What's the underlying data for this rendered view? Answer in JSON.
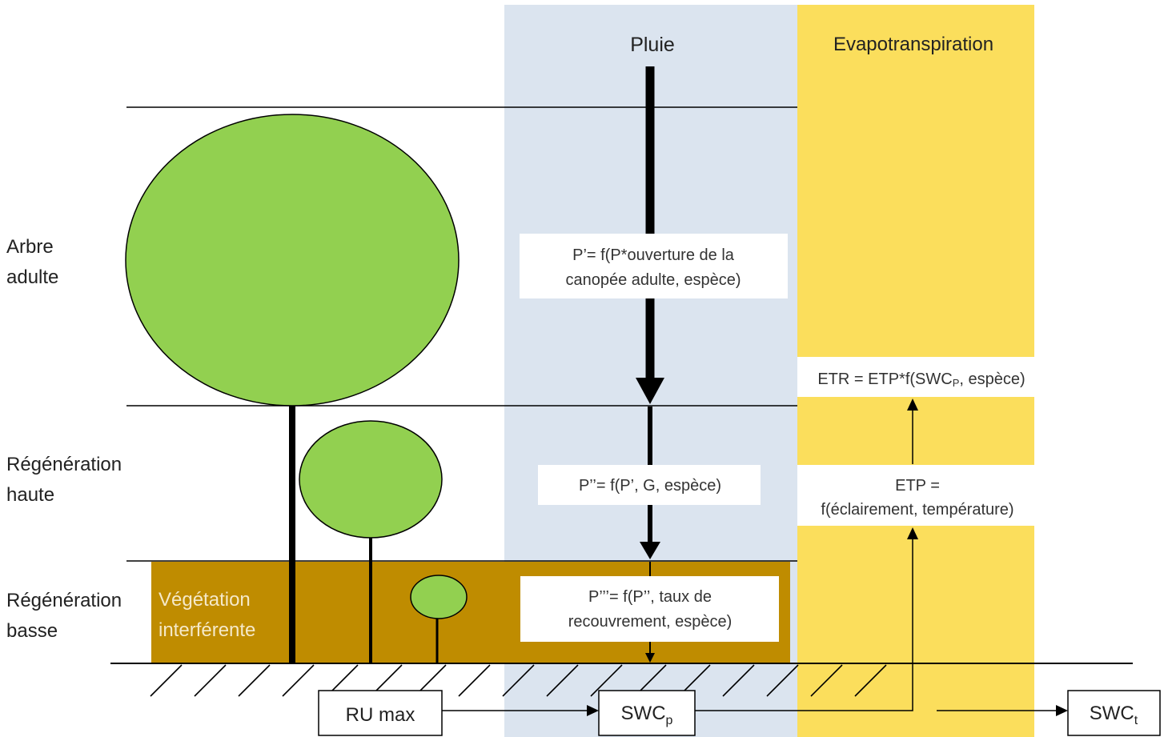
{
  "columns": {
    "rain": {
      "title": "Pluie",
      "color": "#dbe4ef"
    },
    "evapo": {
      "title": "Evapotranspiration",
      "color": "#fbde5c"
    }
  },
  "layers": {
    "adult": {
      "line1": "Arbre",
      "line2": "adulte"
    },
    "high": {
      "line1": "Régénération",
      "line2": "haute"
    },
    "low": {
      "line1": "Régénération",
      "line2": "basse"
    }
  },
  "vegetation": {
    "line1": "Végétation",
    "line2": "interférente",
    "color": "#bf8c00",
    "text_color": "#f5e9c9"
  },
  "tree_color": "#92d050",
  "formulas": {
    "p1": {
      "line1": "P’= f(P*ouverture de la",
      "line2": "canopée adulte, espèce)"
    },
    "p2": {
      "line1": "P’’= f(P’, G, espèce)"
    },
    "p3": {
      "line1": "P’’’= f(P’’, taux de",
      "line2": "recouvrement, espèce)"
    },
    "etr": {
      "prefix": "ETR = ETP*f(SWC",
      "sub": "P",
      "suffix": ", espèce)"
    },
    "etp": {
      "line1": "ETP =",
      "line2": "f(éclairement, température)"
    }
  },
  "boxes": {
    "ru_max": "RU max",
    "swc_p": {
      "main": "SWC",
      "sub": "p"
    },
    "swc_t": {
      "main": "SWC",
      "sub": "t"
    }
  }
}
